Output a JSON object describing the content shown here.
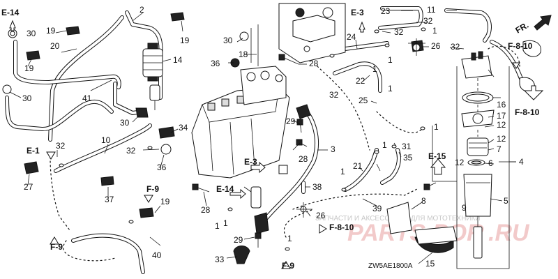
{
  "diagram": {
    "code": "ZW5AE1800A",
    "direction_label": "FR.",
    "part_numbers": [
      "1",
      "2",
      "3",
      "4",
      "5",
      "6",
      "7",
      "8",
      "9",
      "10",
      "11",
      "12",
      "14",
      "15",
      "16",
      "17",
      "18",
      "19",
      "20",
      "21",
      "22",
      "23",
      "24",
      "25",
      "26",
      "27",
      "28",
      "29",
      "30",
      "31",
      "32",
      "33",
      "34",
      "35",
      "36",
      "37",
      "38",
      "39",
      "40",
      "41"
    ],
    "references": [
      "E-14",
      "E-3",
      "E-1",
      "F-9",
      "E-15",
      "F-8-10"
    ]
  },
  "watermark": {
    "brand_a": "PARTS",
    "brand_b": "POR",
    "brand_c": ".RU",
    "tagline": "ЗАПЧАСТИ И АКСЕССУАРЫ ДЛЯ МОТОТЕХНИКИ"
  }
}
